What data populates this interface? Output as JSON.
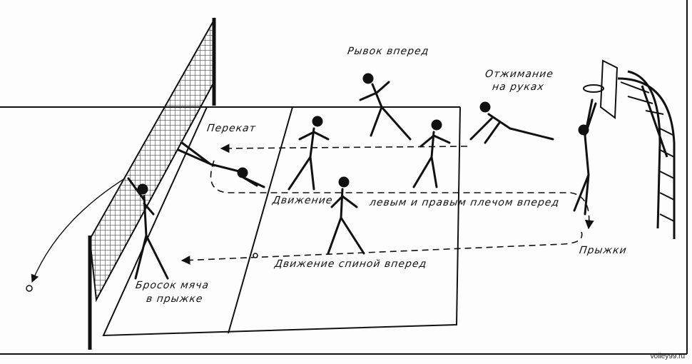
{
  "labels": {
    "sprint": "Рывок вперед",
    "pushup_line1": "Отжимание",
    "pushup_line2": "на руках",
    "roll": "Перекат",
    "shoulder_move": "Движение левым и правым плечом вперед",
    "shoulder_move_a": "Движение",
    "shoulder_move_b": "левым и правым плечом вперед",
    "jumps": "Прыжки",
    "backward": "Движение спиной вперед",
    "throw_line1": "Бросок мяча",
    "throw_line2": "в прыжке"
  },
  "watermark": "volley99.ru"
}
